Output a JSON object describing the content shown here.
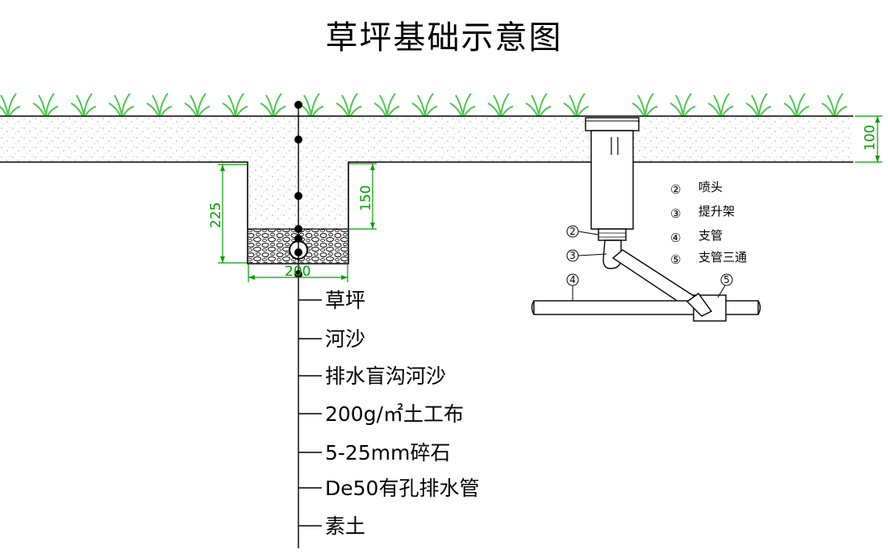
{
  "title": "草坪基础示意图",
  "layers": [
    "草坪",
    "河沙",
    "排水盲沟河沙",
    "200g/㎡土工布",
    "5-25mm碎石",
    "De50有孔排水管",
    "素土"
  ],
  "dimensions": {
    "lawn_depth": "100",
    "trench_depth": "225",
    "sand_depth": "150",
    "trench_width": "200"
  },
  "legend": [
    {
      "num": "②",
      "label": "喷头"
    },
    {
      "num": "③",
      "label": "提升架"
    },
    {
      "num": "④",
      "label": "支管"
    },
    {
      "num": "⑤",
      "label": "支管三通"
    }
  ],
  "callouts": [
    "2",
    "3",
    "4",
    "5"
  ],
  "colors": {
    "dimension": "#00a000",
    "grass": "#4cc84c",
    "line": "#000000"
  }
}
